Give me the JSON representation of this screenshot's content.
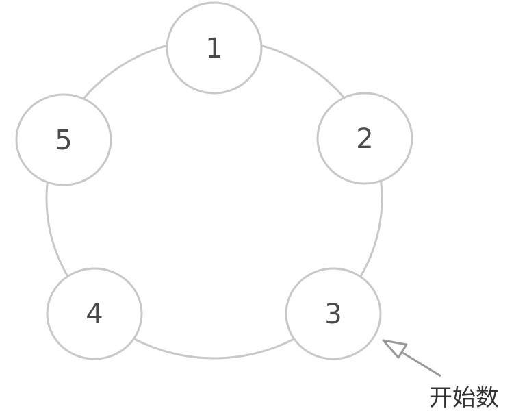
{
  "diagram": {
    "nodes": [
      {
        "id": "1",
        "label": "1"
      },
      {
        "id": "2",
        "label": "2"
      },
      {
        "id": "3",
        "label": "3"
      },
      {
        "id": "4",
        "label": "4"
      },
      {
        "id": "5",
        "label": "5"
      }
    ],
    "annotation": {
      "label": "开始数",
      "points_to": "3"
    },
    "colors": {
      "stroke": "#c8c8c8",
      "text": "#4a4a4a",
      "arrow": "#999999"
    }
  }
}
